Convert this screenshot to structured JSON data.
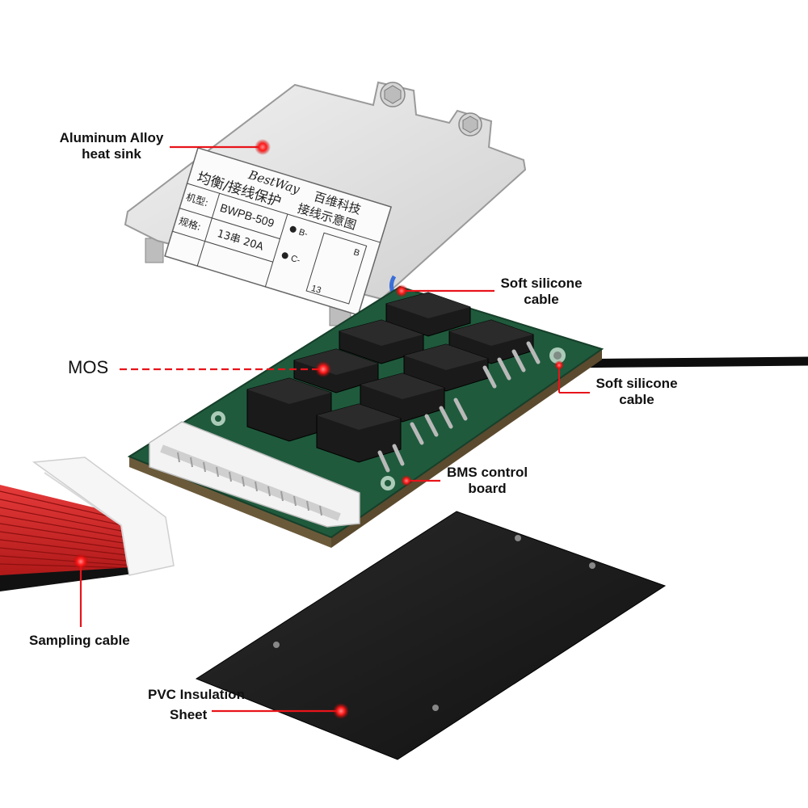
{
  "labels": {
    "heat_sink": [
      "Aluminum Alloy",
      "heat sink"
    ],
    "soft_cable_top": [
      "Soft silicone",
      "cable"
    ],
    "mos": "MOS",
    "soft_cable_right": [
      "Soft silicone",
      "cable"
    ],
    "bms_board": [
      "BMS control",
      "board"
    ],
    "sampling_cable": "Sampling cable",
    "pvc_sheet": [
      "PVC Insulation",
      "Sheet"
    ]
  },
  "heat_sink_sticker": {
    "brand": "BestWay",
    "title_cn": "均衡/接线保护",
    "company_cn": "百维科技",
    "model_label": "机型:",
    "model_value": "BWPB-509",
    "wiring_cn": "接线示意图",
    "spec_label": "规格:",
    "spec_value": "13串 20A",
    "b_minus": "B-",
    "c_minus": "C-",
    "num": "13",
    "b_small": "B"
  },
  "colors": {
    "callout": "#e8141b",
    "board": "#1f5a3c",
    "mosfet": "#1a1a1a",
    "heatsink": "#e4e4e4",
    "sheet": "#1b1b1b",
    "ribbon": "#d8262e"
  }
}
